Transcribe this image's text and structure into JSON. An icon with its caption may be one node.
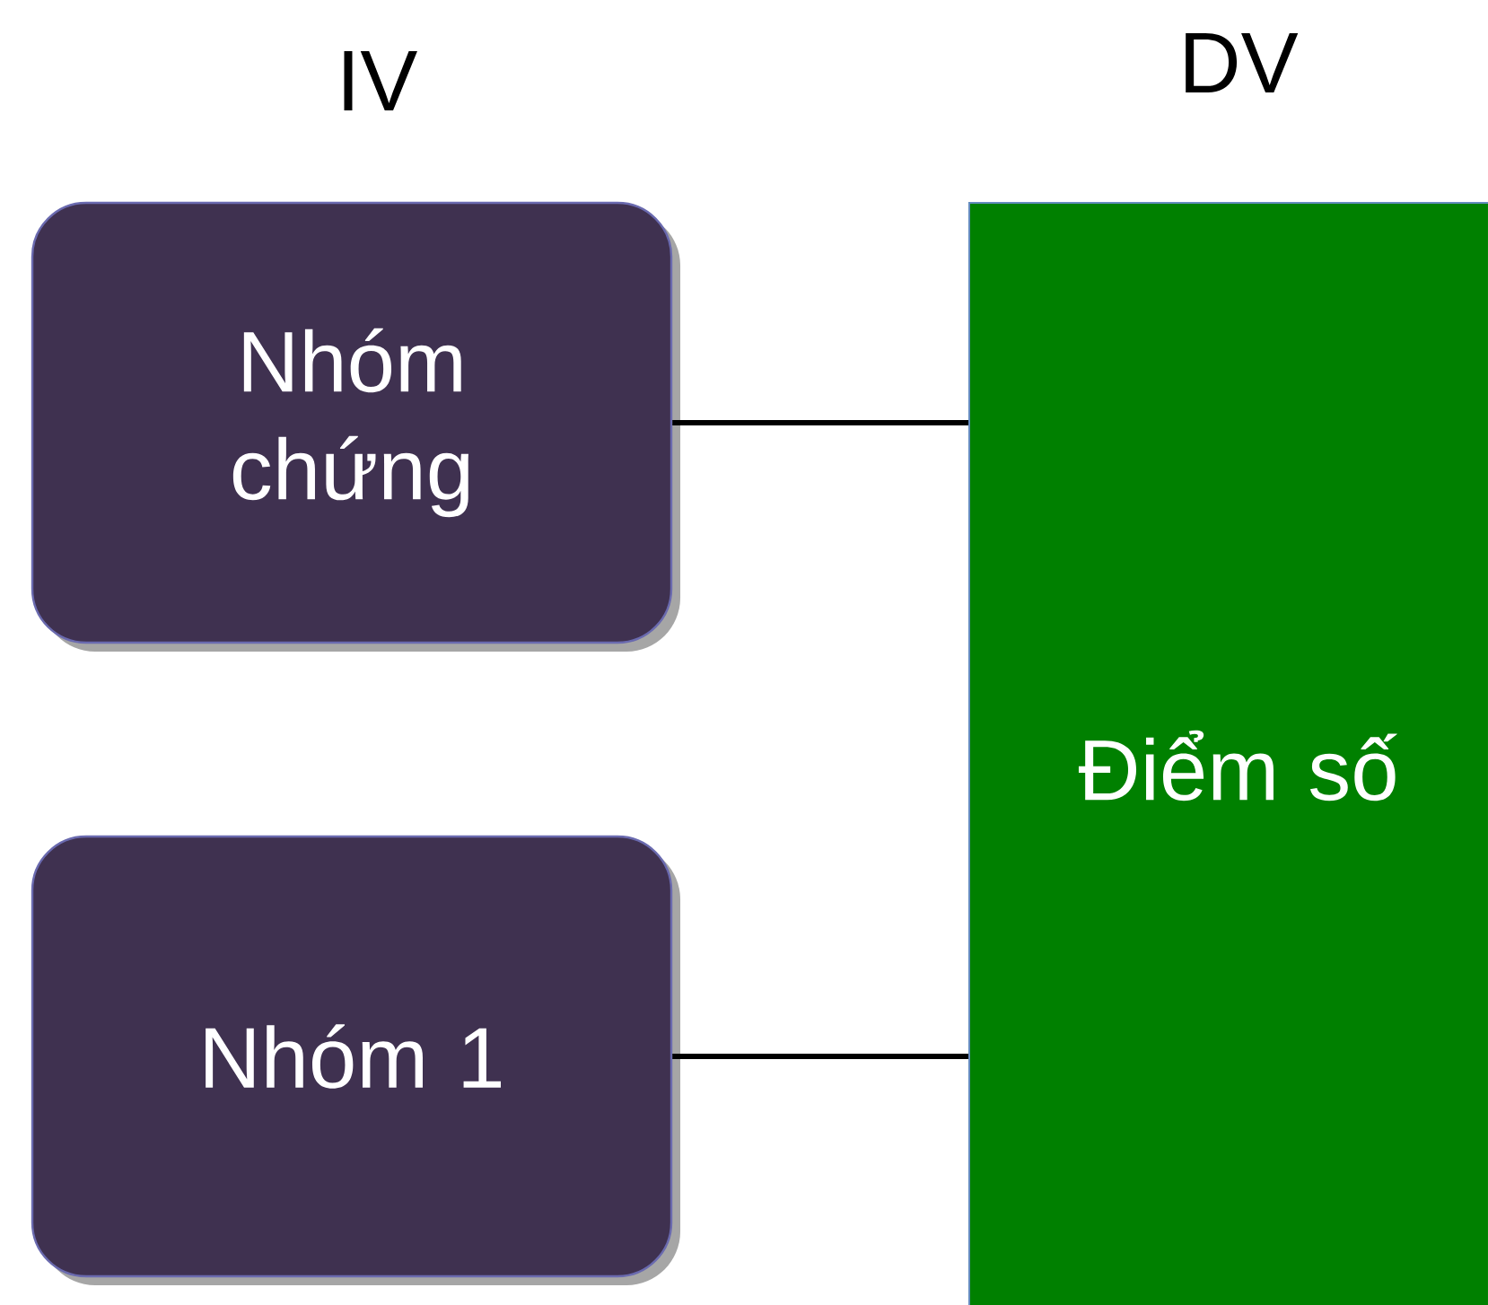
{
  "diagram": {
    "nodes": [
      {
        "text": [
          "Nhóm chứng"
        ]
      },
      {
        "text": [
          "Nhóm 1"
        ]
      },
      {
        "text": [
          "Điểm số"
        ]
      }
    ],
    "edges": [
      {
        "from": 0,
        "to": 2,
        "arrow": "none"
      },
      {
        "from": 1,
        "to": 2,
        "arrow": "none"
      }
    ],
    "labels": [
      "IV",
      "DV"
    ]
  }
}
